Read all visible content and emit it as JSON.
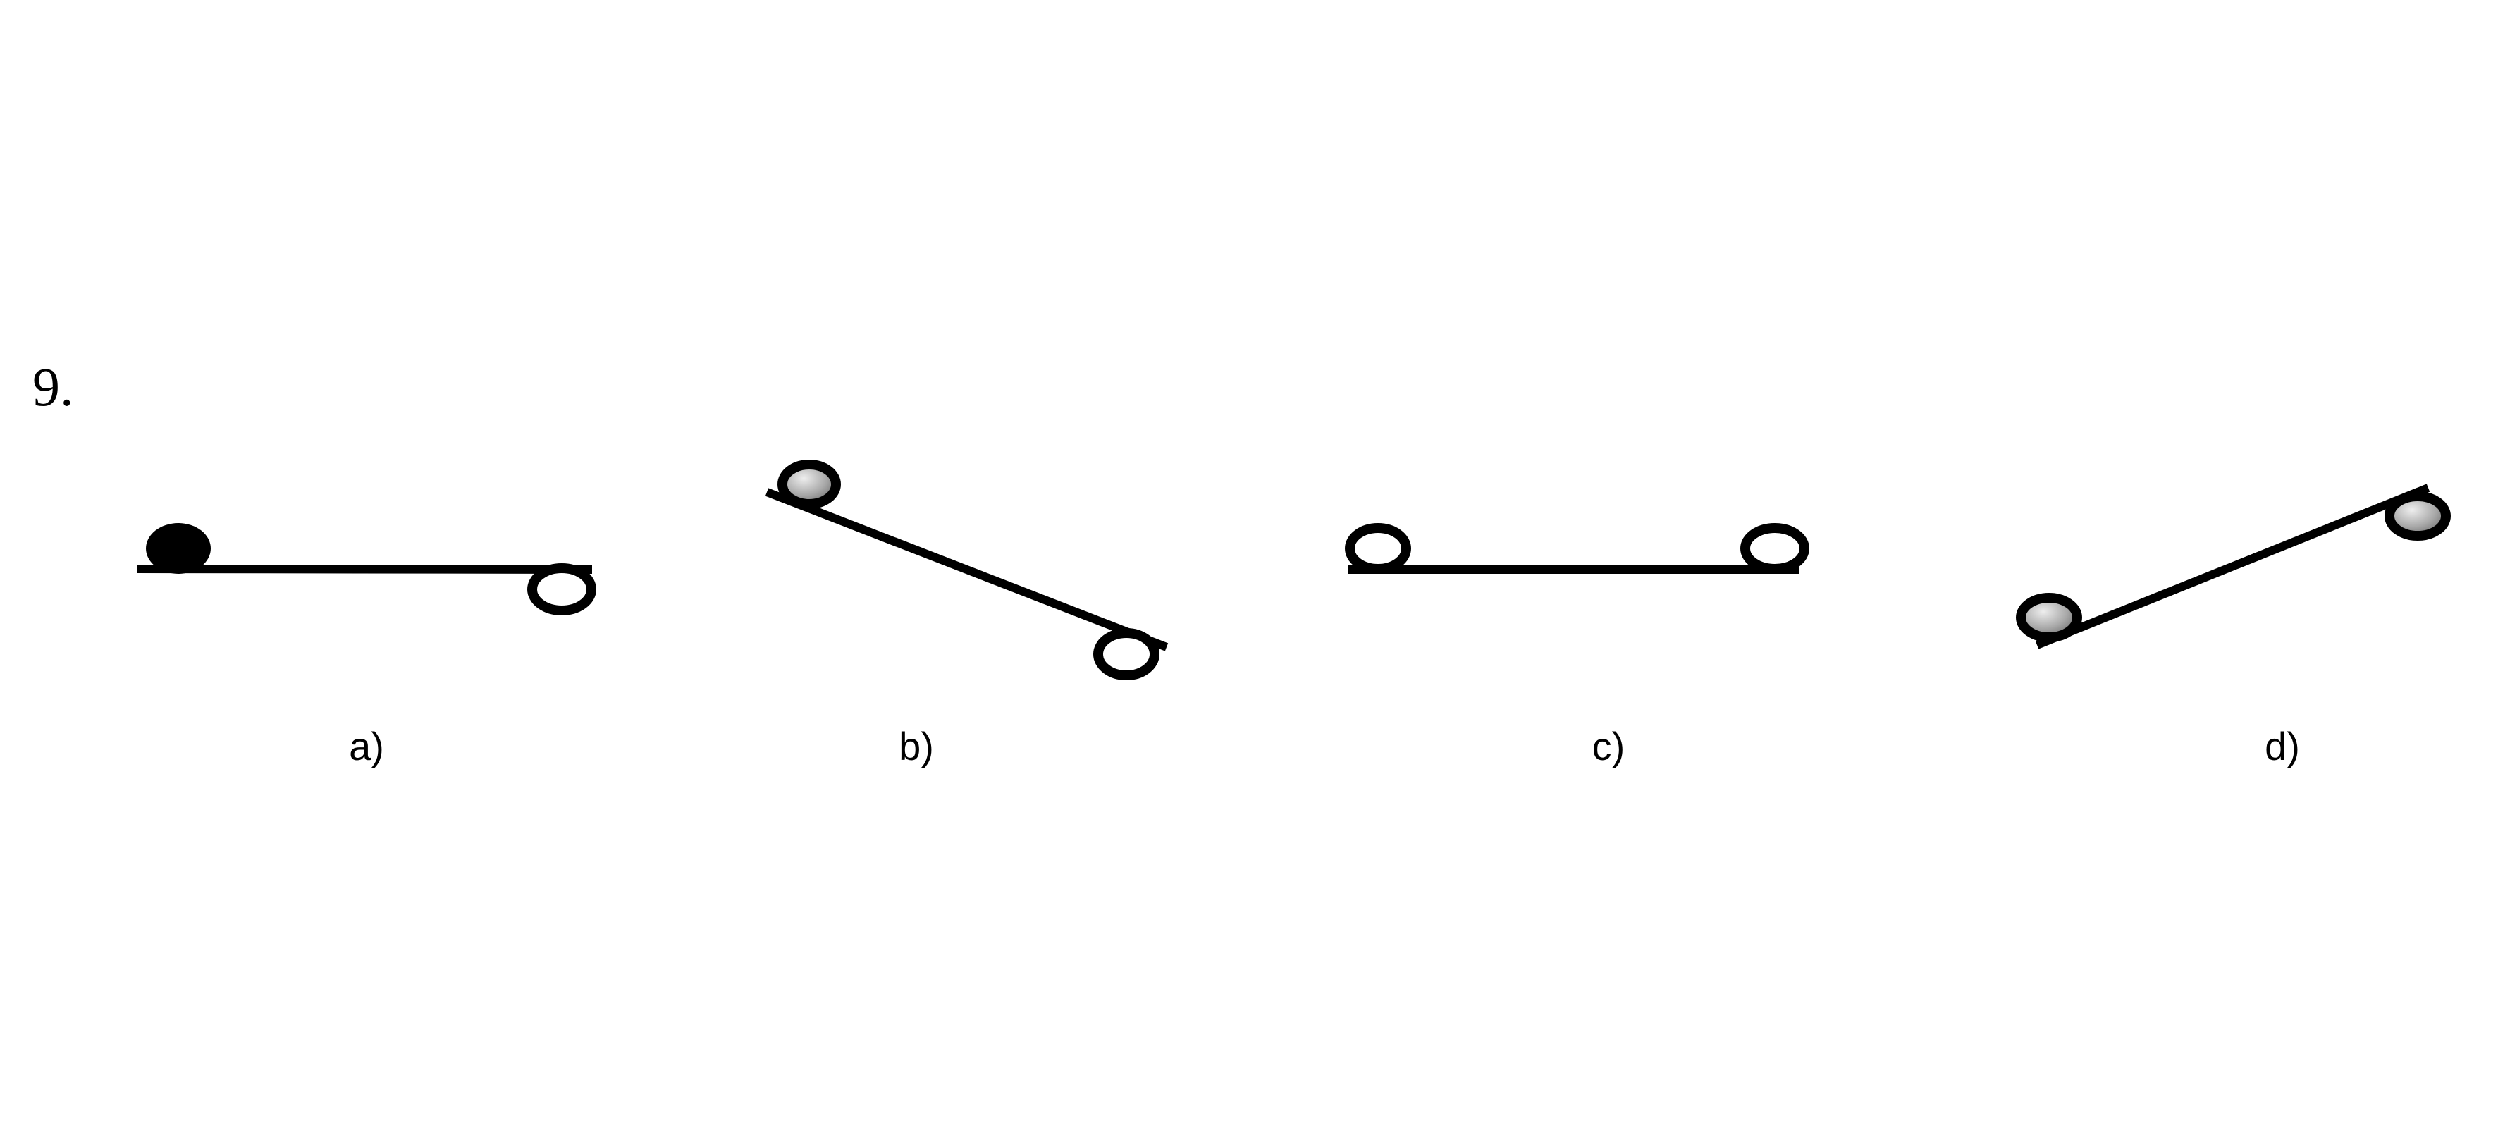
{
  "problem": {
    "number": "9."
  },
  "options": [
    {
      "label": "a)",
      "left_endpoint": "filled",
      "right_endpoint": "open",
      "orientation": "horizontal"
    },
    {
      "label": "b)",
      "left_endpoint": "shaded",
      "right_endpoint": "open",
      "orientation": "descending"
    },
    {
      "label": "c)",
      "left_endpoint": "open",
      "right_endpoint": "open",
      "orientation": "horizontal"
    },
    {
      "label": "d)",
      "left_endpoint": "shaded",
      "right_endpoint": "shaded",
      "orientation": "ascending"
    }
  ],
  "colors": {
    "ink": "#000000",
    "shade": "#9a9a9a",
    "background": "#ffffff"
  }
}
